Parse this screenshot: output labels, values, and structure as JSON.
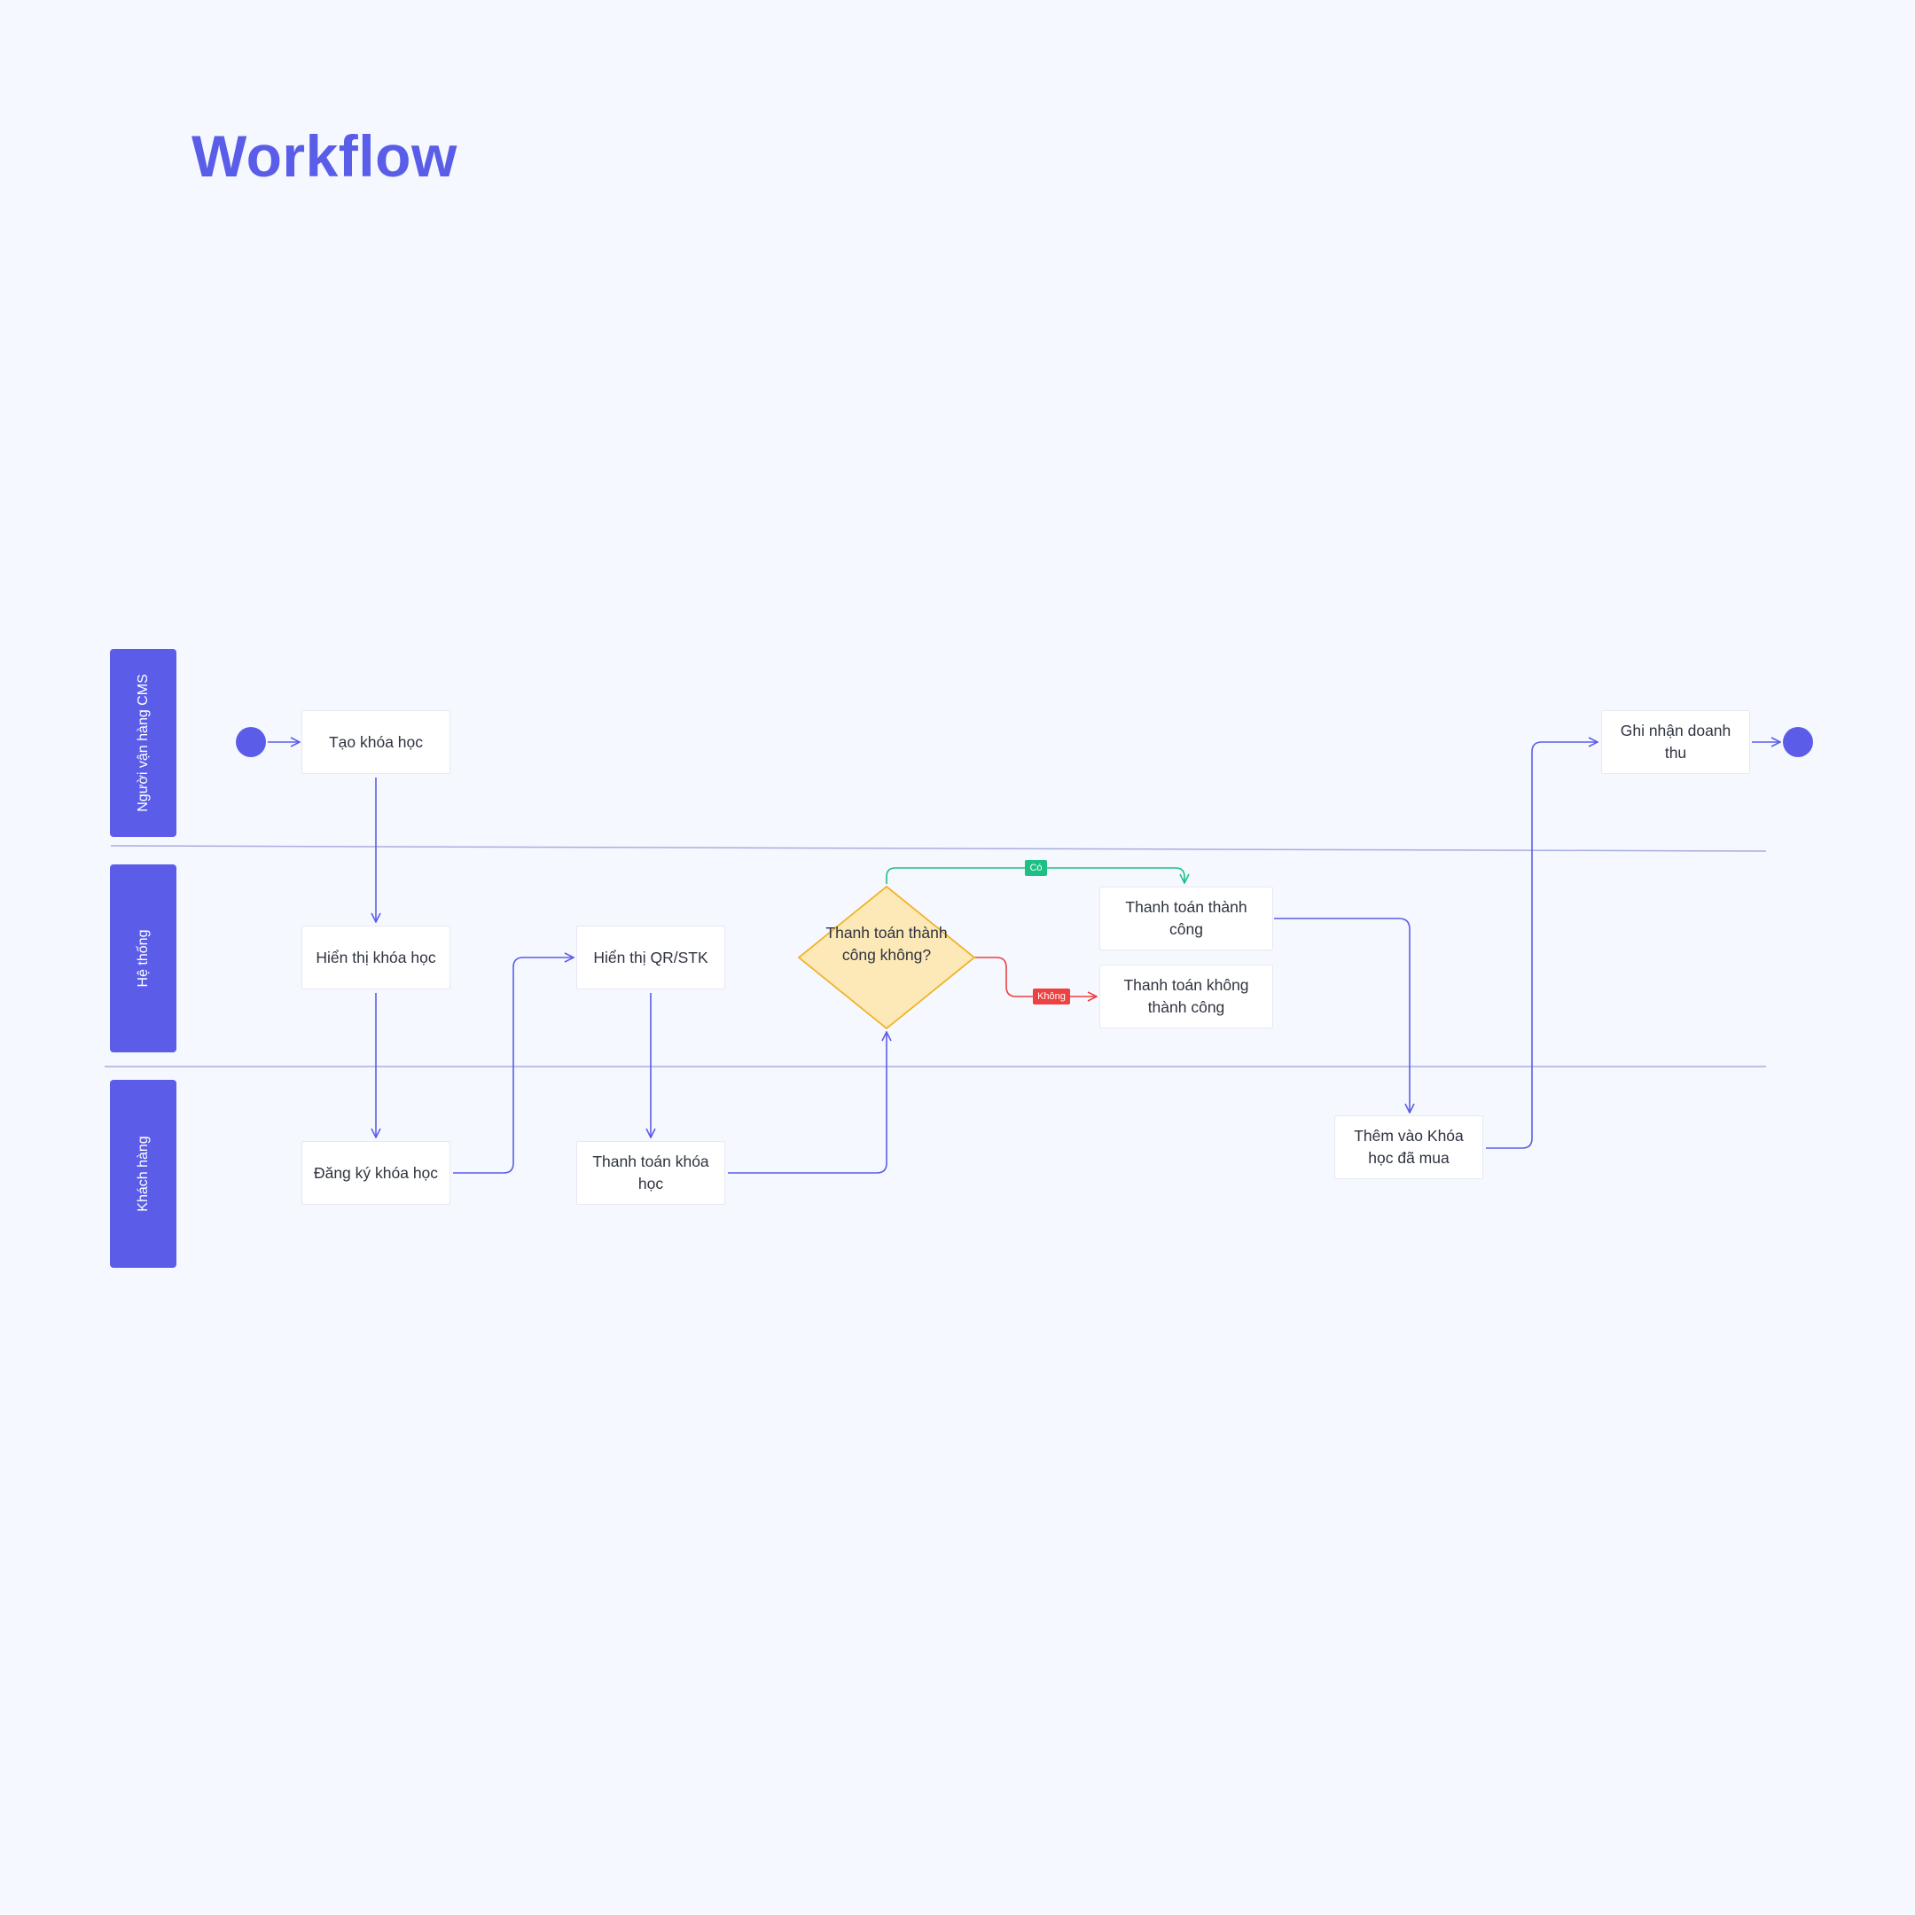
{
  "title": "Workflow",
  "lanes": [
    {
      "label": "Người vận hàng CMS"
    },
    {
      "label": "Hệ thống"
    },
    {
      "label": "Khách hàng"
    }
  ],
  "nodes": {
    "tao_khoa_hoc": "Tạo khóa học",
    "ghi_nhan_doanh_thu": "Ghi nhận doanh thu",
    "hien_thi_khoa_hoc": "Hiển thị khóa học",
    "hien_thi_qr": "Hiển thị QR/STK",
    "thanh_toan_thanh_cong": "Thanh toán thành công",
    "thanh_toan_khong_thanh_cong": "Thanh toán không thành công",
    "dang_ky_khoa_hoc": "Đăng ký khóa học",
    "thanh_toan_khoa_hoc": "Thanh toán khóa học",
    "them_vao_khoa_hoc": "Thêm vào Khóa học đã mua"
  },
  "decision": {
    "text": "Thanh toán thành công không?"
  },
  "branches": {
    "yes": "Có",
    "no": "Không"
  },
  "colors": {
    "accent": "#5b5de9",
    "yes": "#1dbf84",
    "no": "#ee4141",
    "decision_fill": "#fde8b7",
    "decision_stroke": "#f0b429"
  }
}
